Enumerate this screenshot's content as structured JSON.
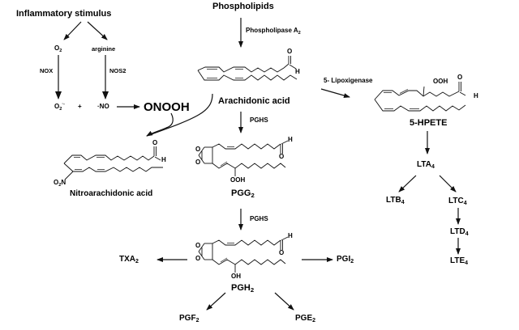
{
  "title": "Arachidonic acid metabolism pathway",
  "nodes": {
    "inflammatory_stimulus": "Inflammatory stimulus",
    "o2": "O",
    "o2_sub": "2",
    "arginine": "arginine",
    "superoxide": "O",
    "superoxide_sub": "2",
    "superoxide_sup": "·-",
    "plus": "+",
    "nitric_oxide": "·NO",
    "peroxynitrite": "ONOOH",
    "phospholipids": "Phospholipids",
    "arachidonic_acid": "Arachidonic acid",
    "nitroarachidonic_acid": "Nitroarachidonic acid",
    "hpete": "5-HPETE",
    "pgg2": "PGG",
    "pgg2_sub": "2",
    "pgh2": "PGH",
    "pgh2_sub": "2",
    "txa2": "TXA",
    "txa2_sub": "2",
    "pgi2": "PGI",
    "pgi2_sub": "2",
    "pgf2": "PGF",
    "pgf2_sub": "2",
    "pge2": "PGE",
    "pge2_sub": "2",
    "lta4": "LTA",
    "lta4_sub": "4",
    "ltb4": "LTB",
    "ltb4_sub": "4",
    "ltc4": "LTC",
    "ltc4_sub": "4",
    "ltd4": "LTD",
    "ltd4_sub": "4",
    "lte4": "LTE",
    "lte4_sub": "4"
  },
  "enzymes": {
    "nox": "NOX",
    "nos2": "NOS2",
    "phospholipase": "Phospholipase A",
    "phospholipase_sub": "2",
    "lipoxygenase": "5- Lipoxigenase",
    "pghs_1": "PGHS",
    "pghs_2": "PGHS"
  },
  "atoms": {
    "aldehyde_o": "O",
    "aldehyde_h": "H",
    "hydroperoxy": "OOH",
    "hydroxy": "OH",
    "nitro": "O",
    "nitro_sub": "2",
    "nitro_n": "N",
    "ring_o": "O"
  }
}
